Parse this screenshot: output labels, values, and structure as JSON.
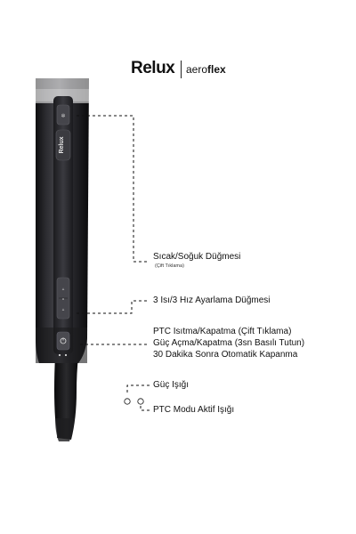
{
  "logo": {
    "brand": "Relux",
    "sub_prefix": "aero",
    "sub_bold": "flex"
  },
  "device": {
    "badge_label": "Relux"
  },
  "callouts": {
    "hot_cold": {
      "title": "Sıcak/Soğuk Düğmesi",
      "note": "(Çift Tıklama)"
    },
    "heat_speed": {
      "title": "3 Isı/3 Hız Ayarlama Düğmesi"
    },
    "power": {
      "line1": "PTC Isıtma/Kapatma (Çift Tıklama)",
      "line2": "Güç Açma/Kapatma (3sn Basılı Tutun)",
      "line3": "30 Dakika Sonra Otomatik Kapanma"
    },
    "power_light": {
      "title": "Güç Işığı"
    },
    "ptc_light": {
      "title": "PTC Modu Aktif Işığı"
    }
  },
  "colors": {
    "body": "#2b2b2e",
    "body_dark": "#151517",
    "leader": "#111111"
  }
}
